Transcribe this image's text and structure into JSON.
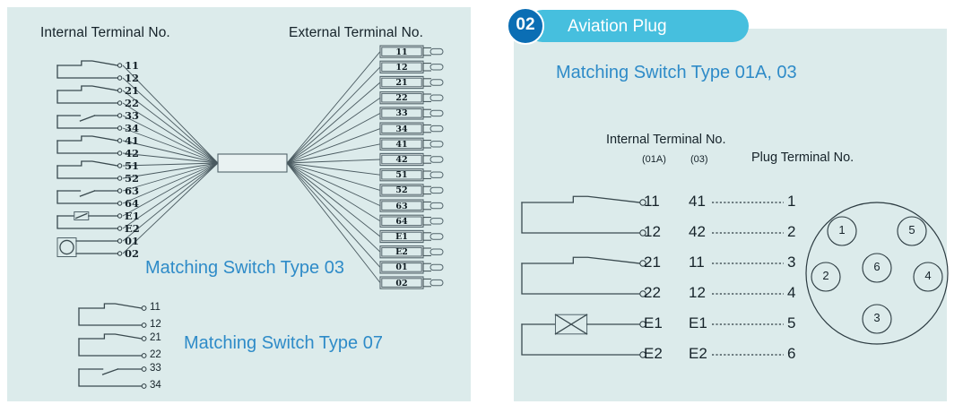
{
  "left_panel": {
    "header_internal": "Internal Terminal No.",
    "header_external": "External Terminal No.",
    "caption_03": "Matching Switch Type 03",
    "caption_07": "Matching Switch Type 07",
    "internal_groups": [
      {
        "symbol": "nc-switch",
        "terminals": [
          "11",
          "12"
        ]
      },
      {
        "symbol": "nc-switch",
        "terminals": [
          "21",
          "22"
        ]
      },
      {
        "symbol": "no-switch",
        "terminals": [
          "33",
          "34"
        ]
      },
      {
        "symbol": "nc-switch",
        "terminals": [
          "41",
          "42"
        ]
      },
      {
        "symbol": "nc-switch",
        "terminals": [
          "51",
          "52"
        ]
      },
      {
        "symbol": "no-switch",
        "terminals": [
          "63",
          "64"
        ]
      },
      {
        "symbol": "heater-element",
        "terminals": [
          "E1",
          "E2"
        ]
      },
      {
        "symbol": "lamp",
        "terminals": [
          "01",
          "02"
        ]
      }
    ],
    "external_blocks": [
      "11",
      "12",
      "21",
      "22",
      "33",
      "34",
      "41",
      "42",
      "51",
      "52",
      "63",
      "64",
      "E1",
      "E2",
      "01",
      "02"
    ],
    "type07_groups": [
      {
        "symbol": "nc-switch",
        "terminals": [
          "11",
          "12"
        ]
      },
      {
        "symbol": "nc-switch",
        "terminals": [
          "21",
          "22"
        ]
      },
      {
        "symbol": "no-switch",
        "terminals": [
          "33",
          "34"
        ]
      }
    ]
  },
  "right_panel": {
    "badge_number": "02",
    "badge_title": "Aviation Plug",
    "subtitle": "Matching Switch Type 01A, 03",
    "header_internal": "Internal Terminal No.",
    "col_01a": "(01A)",
    "col_03": "(03)",
    "header_plug": "Plug Terminal No.",
    "rows": [
      {
        "symbol": "nc-switch",
        "a": "11",
        "b": "41",
        "plug": "1"
      },
      {
        "symbol": "nc-switch",
        "a": "12",
        "b": "42",
        "plug": "2"
      },
      {
        "symbol": "nc-switch",
        "a": "21",
        "b": "11",
        "plug": "3"
      },
      {
        "symbol": "nc-switch",
        "a": "22",
        "b": "12",
        "plug": "4"
      },
      {
        "symbol": "heater-element",
        "a": "E1",
        "b": "E1",
        "plug": "5"
      },
      {
        "symbol": "heater-element",
        "a": "E2",
        "b": "E2",
        "plug": "6"
      }
    ],
    "plug_pins": [
      "1",
      "5",
      "2",
      "6",
      "4",
      "3"
    ]
  },
  "colors": {
    "panel_bg": "#dcebeb",
    "accent_blue": "#2e8bc8",
    "badge_cyan": "#46bfde",
    "badge_dark_blue": "#0b6eb4",
    "line": "#3a4a4f"
  }
}
